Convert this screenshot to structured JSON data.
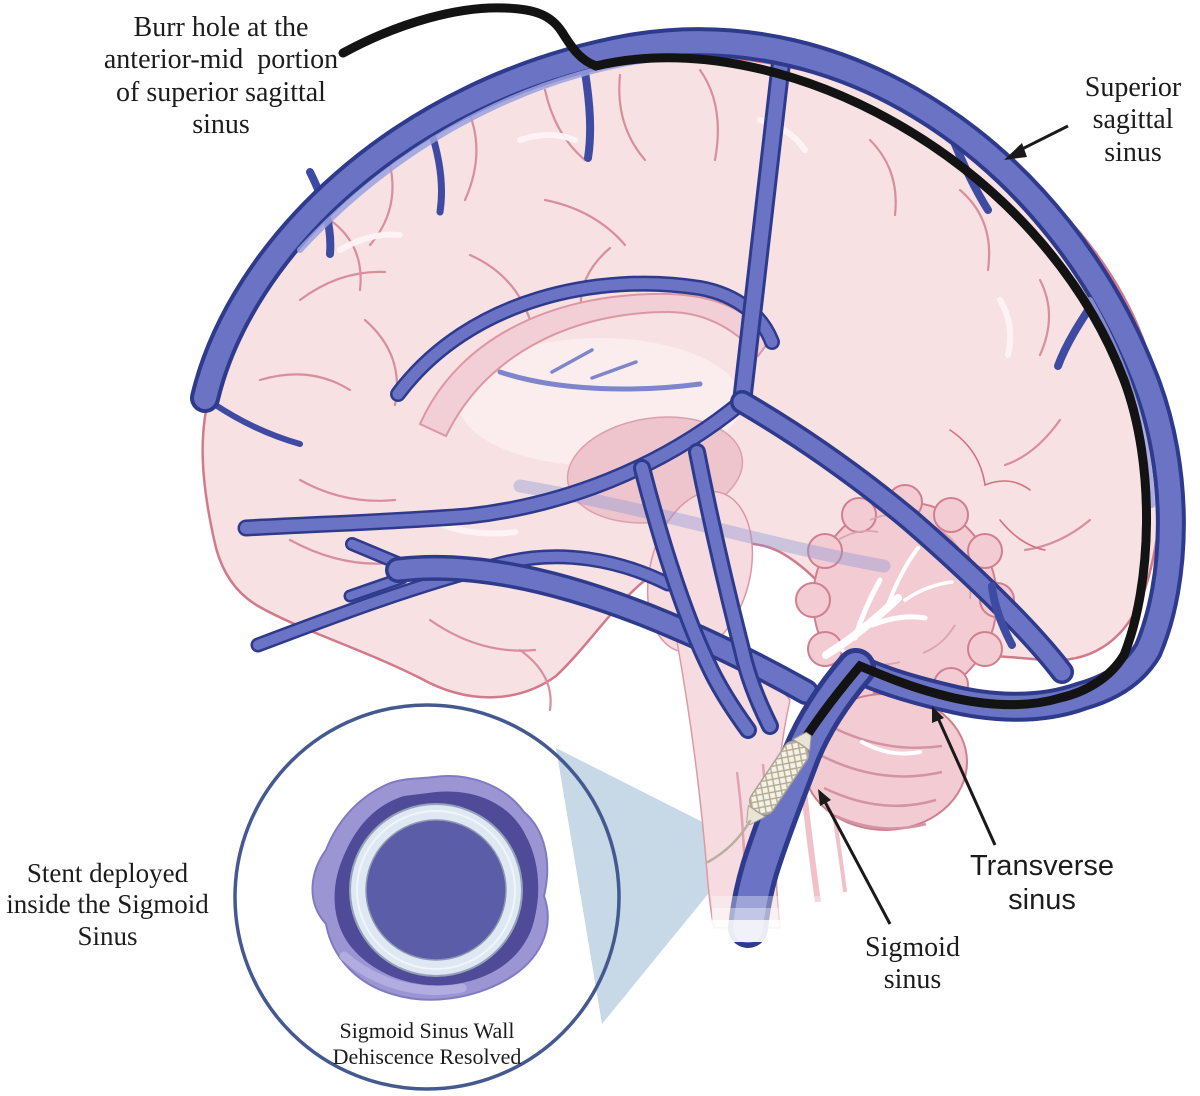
{
  "labels": {
    "burr_hole": "Burr hole at the\nanterior-mid  portion\nof superior sagittal\nsinus",
    "superior_sagittal": "Superior\nsagittal\nsinus",
    "stent_deployed": "Stent deployed\ninside the Sigmoid\nSinus",
    "transverse": "Transverse\nsinus",
    "sigmoid": "Sigmoid\nsinus",
    "inset_caption": "Sigmoid Sinus Wall\nDehiscence Resolved"
  },
  "colors": {
    "background": "#ffffff",
    "vein_fill": "#6a73c4",
    "vein_outline": "#2e3a8c",
    "vein_sheen": "#9aa1de",
    "catheter": "#131313",
    "cortex_fill": "#f7e1e3",
    "cortex_outline": "#d2798a",
    "sulci": "#d98e9c",
    "cerebellum_fill": "#f3cbd2",
    "cerebellum_outline": "#cf7f8e",
    "brainstem_fill": "#f6dce0",
    "stent_body": "#f4f1e7",
    "stent_mesh": "#b3ab91",
    "magnifier_wedge": "#c7d8e7",
    "inset_circle_stroke": "#44598f",
    "inset_wall_light": "#9b96d3",
    "inset_wall_dark": "#4f4b98",
    "inset_stent_ring": "#dde8f3",
    "inset_lumen": "#5c5da9",
    "label_text": "#1c1c1c"
  }
}
